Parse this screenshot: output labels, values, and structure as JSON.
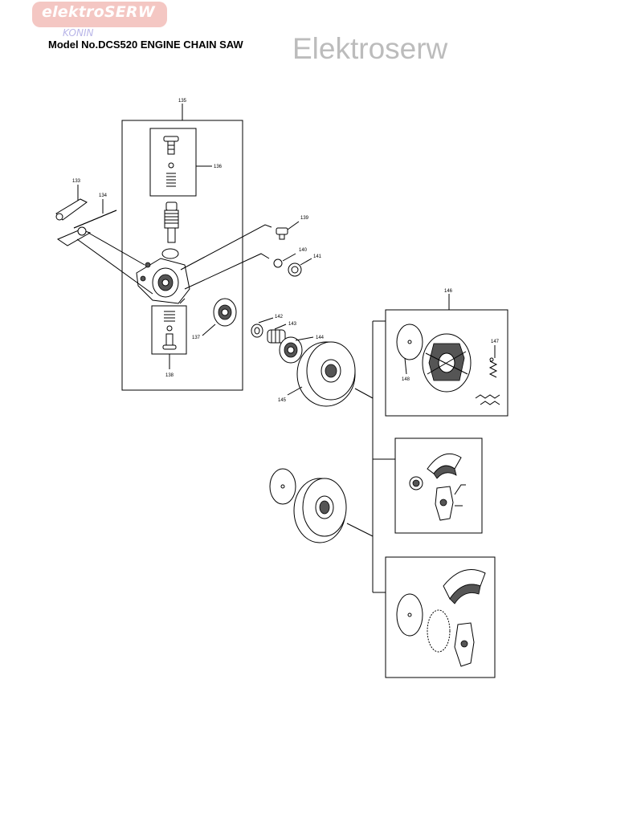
{
  "header": {
    "logo_text": "elektroSERW",
    "logo_subtext": "KONIN",
    "model_title": "Model No.DCS520 ENGINE CHAIN SAW",
    "watermark": "Elektroserw"
  },
  "colors": {
    "logo_badge": "#f4c7c3",
    "logo_subtext": "#b9b6e8",
    "watermark": "#bcbcbc",
    "line": "#000000"
  },
  "diagram": {
    "part_labels": [
      "133",
      "134",
      "135",
      "136",
      "137",
      "138",
      "139",
      "140",
      "141",
      "142",
      "143",
      "144",
      "145",
      "146",
      "147",
      "148"
    ]
  }
}
